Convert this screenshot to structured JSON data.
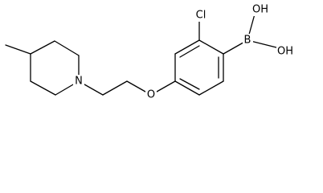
{
  "labels": {
    "cl": "Cl",
    "b": "B",
    "oh_top": "OH",
    "oh_bottom": "OH",
    "ether_o": "O",
    "n": "N"
  },
  "colors": {
    "bond": "#000000",
    "text": "#000000",
    "background": "#ffffff"
  }
}
